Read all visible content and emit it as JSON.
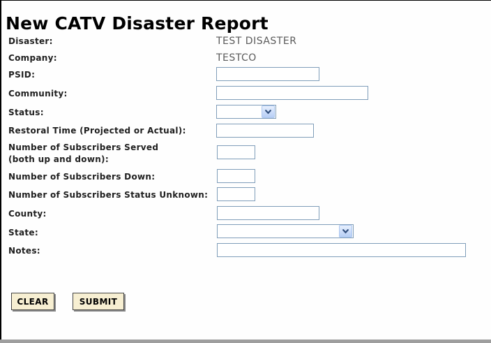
{
  "window": {
    "title": "New CATV Disaster Report"
  },
  "form": {
    "disaster": {
      "label": "Disaster:",
      "value": "TEST DISASTER"
    },
    "company": {
      "label": "Company:",
      "value": "TESTCO"
    },
    "psid": {
      "label": "PSID:",
      "value": ""
    },
    "community": {
      "label": "Community:",
      "value": ""
    },
    "status": {
      "label": "Status:",
      "selected": ""
    },
    "restoral_time": {
      "label": "Restoral Time (Projected or Actual):",
      "value": ""
    },
    "subscribers_served": {
      "label_line1": "Number of Subscribers Served",
      "label_line2": "(both up and down):",
      "value": ""
    },
    "subscribers_down": {
      "label": "Number of Subscribers Down:",
      "value": ""
    },
    "subscribers_unknown": {
      "label": "Number of Subscribers Status Unknown:",
      "value": ""
    },
    "county": {
      "label": "County:",
      "value": ""
    },
    "state": {
      "label": "State:",
      "selected": ""
    },
    "notes": {
      "label": "Notes:",
      "value": ""
    }
  },
  "buttons": {
    "clear": "CLEAR",
    "submit": "SUBMIT"
  },
  "icons": {
    "dropdown_arrow": "chevron-down"
  },
  "colors": {
    "input_border": "#7f9db9",
    "button_bg": "#f7efd2",
    "button_shadow": "#8a8a8a",
    "label_text": "#1f1f1f",
    "static_value_text": "#5a5a5a",
    "select_arrow": "#33507e",
    "frame_edge": "#000000",
    "bottom_bar": "#9e9e9e"
  }
}
